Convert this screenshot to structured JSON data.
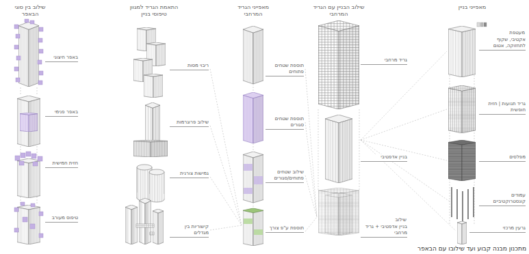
{
  "diagram": {
    "caption": "מתכנון מבנה קבוע ועד שילובו עם הבאפר",
    "labels": [
      "מאפייני בניין",
      "מעטפת",
      "אקטיבי, שקוף לתחזוקה, אטום",
      "גריד תנועות | חזית חופשית",
      "מפלסים",
      "עמודים קונסטרוקטיביים",
      "גרעין מרכזי",
      "שילוב הבניין עם הגריד המרחבי",
      "גריד מרחבי",
      "בניין אדפטיבי",
      "שילוב",
      "בניין אדפטיבי + גריד מרחבי",
      "מאפייני הגריד המרחבי",
      "תוספת שטחים פתוחים",
      "תוספת שטחים סגורים",
      "שילוב שטחים פתוחים/סגורים",
      "תוספת ע\"פ צורך",
      "התאמת הגריד למגוון טיפוסי בניין",
      "ריבוי מסות",
      "שילוב פרוגרמות",
      "גמישות צורנית",
      "קישוריות בין מגדלים",
      "שילוב בין סוגי הבאפר",
      "באפר חיצוני",
      "באפר פנימי",
      "חזית חמישית",
      "טיפוס מעורב"
    ]
  }
}
